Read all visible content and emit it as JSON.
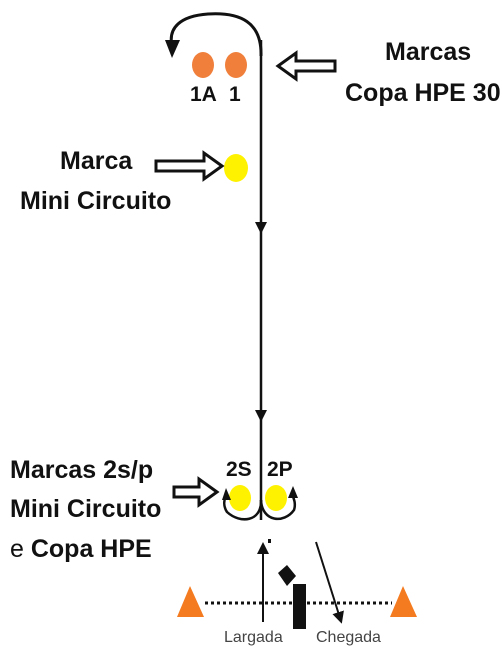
{
  "labels": {
    "copa_hpe_30": {
      "line1": "Marcas",
      "line2": "Copa HPE 30"
    },
    "mini_circuito": {
      "line1": "Marca",
      "line2": "Mini Circuito"
    },
    "turn_marks": {
      "line1": "Marcas 2s/p",
      "line2": "Mini Circuito",
      "line3_prefix": "e ",
      "line3_rest": "Copa HPE"
    },
    "mark_1a": "1A",
    "mark_1": "1",
    "mark_2s": "2S",
    "mark_2p": "2P",
    "start": "Largada",
    "finish": "Chegada"
  },
  "colors": {
    "orange_mark": "#f07f3c",
    "yellow_mark": "#fff200",
    "orange_buoy": "#f47b20",
    "line": "#111111"
  }
}
